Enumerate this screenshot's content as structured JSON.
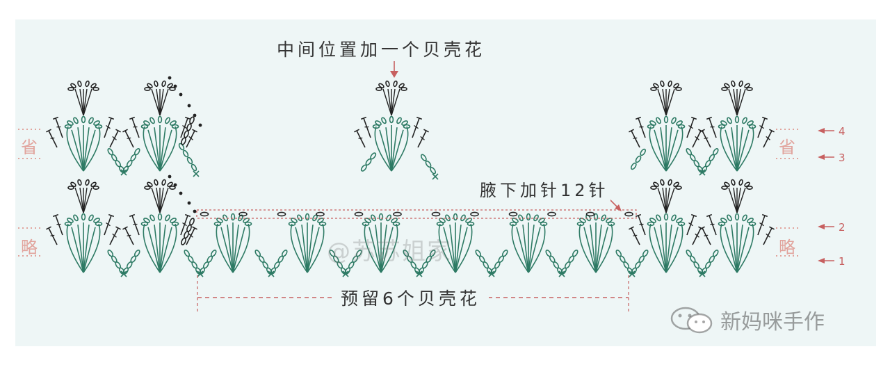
{
  "labels": {
    "top_annotation": "中间位置加一个贝壳花",
    "armpit_annotation": "腋下加针12针",
    "bottom_annotation": "预留6个贝壳花"
  },
  "side_labels": {
    "left_top": "省",
    "left_bottom": "略",
    "right_top": "省",
    "right_bottom": "略"
  },
  "row_numbers": [
    "4",
    "3",
    "2",
    "1"
  ],
  "watermark": "@苏苏姐家",
  "brand": {
    "name": "新妈咪手作",
    "icon": "wechat-icon"
  },
  "colors": {
    "stitch_green": "#2d7a64",
    "stitch_black": "#222222",
    "annotation_red": "#c76060",
    "side_label": "#e1a39c",
    "panel_bg": "#eef6f6"
  }
}
